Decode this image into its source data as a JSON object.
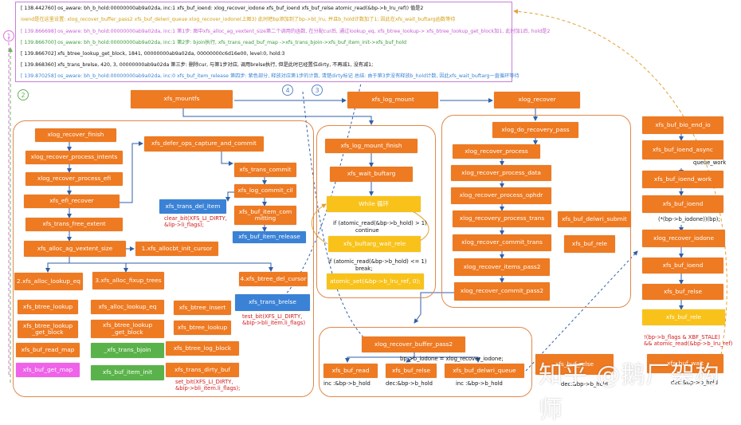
{
  "log": {
    "lines": [
      {
        "text": "[  138.442760] os_aware: bh_b_hold:00000000ab9a02da, inc:1        xfs_buf_ioend: xlog_recover_iodone xfs_buf_ioend  xfs_buf_relse  atomic_read(&bp->b_lru_ref)) 值是2",
        "color": "#111111"
      },
      {
        "text": "ioend是在这里设置:  xlog_recover_buffer_pass2 xfs_buf_delwri_queue        xlog_recover_iodone(上图3)     此时把bp添加到了bp->bt_lru,  并且b_hold计数加了1;  因此在xfs_wait_buftarg函数等待",
        "color": "#d4a017"
      },
      {
        "text": "[  139.866698] os_aware: bh_b_hold:00000000ab9a02da, inc:1       第1步:  图中xfs_alloc_ag_vextent_size第二个调用的函数,  在分配cur后,  通过lookup_eq,  xfs_btree_lookup-> xfs_btree_lookup_get_block加1,  此时加1后,  hold是2",
        "color": "#c45fd1"
      },
      {
        "text": "[  139.866700] os_aware: bh_b_hold:00000000ab9a02da, inc:1       第2步:  bjoin执行,  xfs_trans_read_buf_map ->xfs_trans_bjoin->xfs_buf_item_init->xfs_buf_hold",
        "color": "#3a9a3a"
      },
      {
        "text": "[  139.866702] xfs_btree_lookup_get_block, 1841, 00000000ab9a02da, 00000000c6d16e00, level:0, hold:3",
        "color": "#111111"
      },
      {
        "text": "[  139.868360] xfs_trans_brelse, 420, 3, 00000000ab9a02da       第三步:  删除cur,  与第1步对应,  调用brelse执行,  但是此时已经置位dirty,  不再减1,  没有减1;",
        "color": "#111111"
      },
      {
        "text": "[  139.870258] os_aware: bh_b_hold:00000000ab9a02da, inc:0    xfs_buf_item_release  第四步:  紫色部分,  释放对应第1步的计数,  清楚dirty标记          总结:  由于第3步没有释放b_hold计数,  因此xfs_wait_buftarg一直循环等待",
        "color": "#3a82d6"
      }
    ]
  },
  "markers": {
    "one": "1",
    "two": "2",
    "three": "3",
    "four": "4"
  },
  "nodes": {
    "xfs_mountfs": "xfs_mountfs",
    "xfs_log_mount": "xfs_log_mount",
    "xlog_recover": "xlog_recover",
    "xlog_recover_finish": "xlog_recover_finish",
    "xlog_recover_process_intents": "xlog_recover_process_intents",
    "xlog_recover_process_efi": "xlog_recover_process_efi",
    "xfs_efi_recover": "xfs_efi_recover",
    "xfs_trans_free_extent": "xfs_trans_free_extent",
    "xfs_alloc_ag_vextent_size": "xfs_alloc_ag_vextent_size",
    "xfs_alloc_lookup_eq_group": "2.xfs_alloc_lookup_eq",
    "xfs_alloc_fixup_trees": "3.xfs_alloc_fixup_trees",
    "xfs_btree_del_cursor": "4.xfs_btree_del_cursor",
    "xfs_allocbt_init_cursor": "1.xfs_allocbt_init_cursor",
    "xfs_defer_ops_capture_and_commit": "xfs_defer_ops_capture_and_commit",
    "xfs_trans_commit": "xfs_trans_commit",
    "xfs_log_commit_cil": "xfs_log_commit_cil",
    "xfs_trans_del_item": "xfs_trans_del_item",
    "xfs_buf_item_committing": "xfs_buf_item_com mitting",
    "xfs_buf_item_release": "xfs_buf_item_release",
    "xfs_btree_lookup_1": "xfs_btree_lookup",
    "xfs_btree_lookup_get_block_1": "xfs_btree_lookup _get_block",
    "xfs_buf_read_map": "xfs_buf_read_map",
    "xfs_buf_get_map": "xfs_buf_get_map",
    "xfs_alloc_lookup_eq": "xfs_alloc_lookup_eq",
    "xfs_btree_lookup_get_block_2": "xfs_btree_lookup _get_block",
    "xfs_trans_bjoin": "_xfs_trans_bjoin",
    "xfs_buf_item_init": "xfs_buf_item_init",
    "xfs_btree_insert": "xfs_btree_insert",
    "xfs_btree_lookup_2": "xfs_btree_lookup",
    "xfs_btree_log_block": "xfs_btree_log_block",
    "xfs_trans_dirty_buf": "xfs_trans_dirty_buf",
    "xfs_trans_brelse": "xfs_trans_brelse",
    "xlog_mount_finish": "xfs_log_mount_finish",
    "xfs_wait_buftarg": "xfs_wait_buftarg",
    "while_loop": "While 循环",
    "xfs_buftarg_wait_rele": "xfs_buftarg_wait_rele",
    "atomic_set": "atomic_set(&bp->b_lru_ref, 0);",
    "xlog_do_recovery_pass": "xlog_do_recovery_pass",
    "xlog_recover_process": "xlog_recover_process",
    "xlog_recover_process_data": "xlog_recover_process_data",
    "xlog_recover_process_ophdr": "xlog_recover_process_ophdr",
    "xlog_recovery_process_trans": "xlog_recovery_process_trans",
    "xlog_recover_commit_trans": "xlog_recover_commit_trans",
    "xlog_recover_items_pass2": "xlog_recover_items_pass2",
    "xlog_recover_commit_pass2": "xlog_recover_commit_pass2",
    "xfs_buf_delwri_submit": "xfs_buf_delwri_submit",
    "xfs_buf_rele_1": "xfs_buf_rele",
    "xlog_recover_buffer_pass2": "xlog_recover_buffer_pass2",
    "xfs_buf_read": "xfs_buf_read",
    "xfs_buf_relse": "xfs_buf_relse",
    "xfs_buf_delwri_queue": "xfs_buf_delwri_queue",
    "xfs_buf_bio_end_io": "xfs_buf_bio_end_io",
    "xfs_buf_ioend_async": "xfs_buf_ioend_async",
    "xfs_buf_ioend_work": "xfs_buf_ioend_work",
    "xfs_buf_ioend_1": "xfs_buf_ioend",
    "xlog_recover_iodone": "xlog_recover_iodone",
    "xfs_buf_ioend_2": "xfs_buf_ioend",
    "xfs_buf_relse_2": "xfs_buf_relse",
    "xfs_buf_rele_2": "xfs_buf_rele",
    "xfs_buf_wait": "xfs_buf_wait"
  },
  "texts": {
    "clear_bit": "clear_bit(XFS_LI_DIRTY,\n&lip->li_flags);",
    "test_bit": "test_bit(XFS_LI_DIRTY,\n&bip->bli_item.li_flags)",
    "set_bit": "set_bit(XFS_LI_DIRTY,\n&bip->bli_item.li_flags);",
    "if_gt1": "if (atomic_read(&bp->b_hold) > 1)",
    "continue": "continue",
    "if_le1": "if (atomic_read(&bp->b_hold) <= 1)",
    "break": "break;",
    "iodone_assign": "bp->b_iodone = xlog_recover_iodone;",
    "inc1": "inc :&bp->b_hold",
    "dec1": "dec:&bp->b_hold",
    "inc2": "inc :&bp->b_hold",
    "dec2": "dec:&bp->b_hold",
    "dec3": "dec:&bp->b_hold",
    "queue_work": "queue_work",
    "bp_iodone_call": "(*(bp->b_iodone))(bp);",
    "stale_cond": "!(bp->b_flags & XBF_STALE)\n&& atomic_read(&bp->b_lru_ref)"
  },
  "watermark": "知乎 @鹅厂架构师"
}
